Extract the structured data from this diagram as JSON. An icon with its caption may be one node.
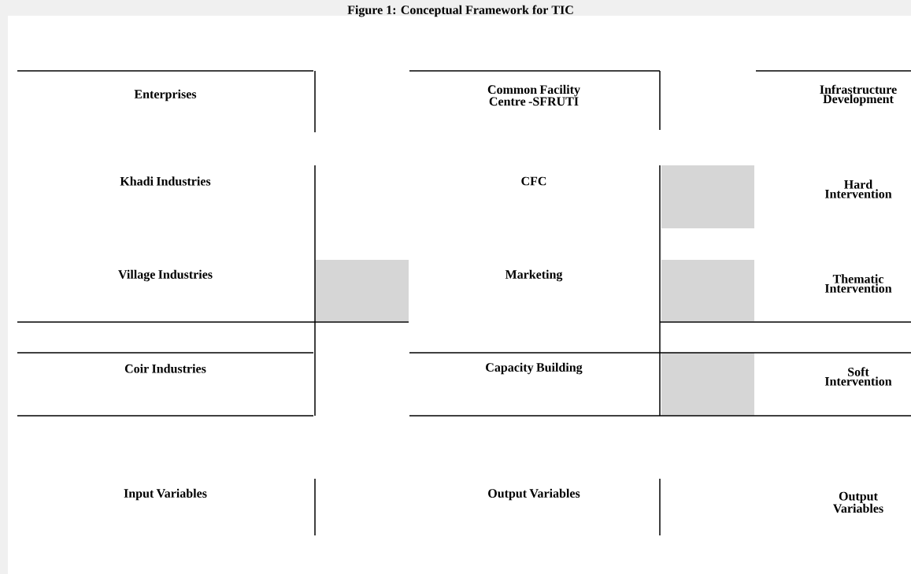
{
  "diagram": {
    "title": "Figure 1: Conceptual Framework for TIC",
    "nodes": [
      {
        "text": [],
        "shape": "box"
      },
      {
        "text": [],
        "shape": "box"
      },
      {
        "text": [],
        "shape": "box"
      },
      {
        "text": [],
        "shape": "box"
      }
    ],
    "labels": [
      "Enterprises",
      "Common Facility Centre -SFRUTI",
      "Infrastructure Development",
      "Khadi Industries",
      "CFC",
      "Hard Intervention",
      "Village Industries",
      "Marketing",
      "Thematic Intervention",
      "Coir Industries",
      "Capacity Building",
      "Soft Intervention",
      "Input Variables",
      "Output Variables",
      "Output Variables"
    ]
  }
}
